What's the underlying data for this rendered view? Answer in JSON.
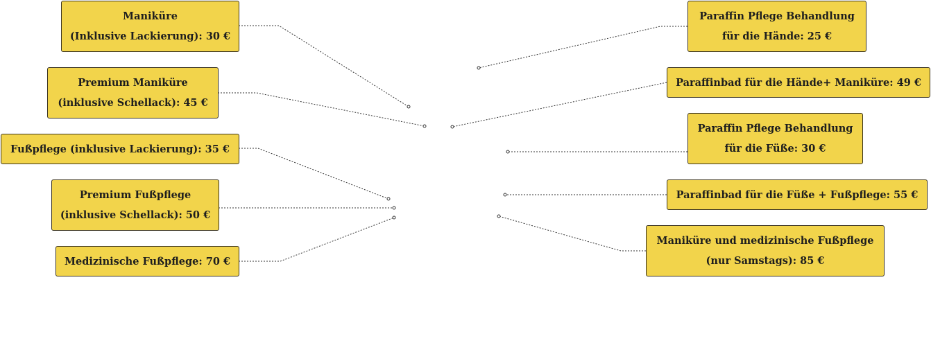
{
  "colors": {
    "box_fill": "#f2d44b",
    "box_border": "#3a3320",
    "text": "#1e1e1e",
    "connector": "#333333"
  },
  "labels": {
    "left": [
      {
        "lines": [
          "Maniküre",
          "(Inklusive Lackierung): 30 €"
        ]
      },
      {
        "lines": [
          "Premium Maniküre",
          "(inklusive Schellack): 45 €"
        ]
      },
      {
        "lines": [
          "Fußpflege (inklusive Lackierung): 35 €"
        ]
      },
      {
        "lines": [
          "Premium Fußpflege",
          "(inklusive Schellack): 50 €"
        ]
      },
      {
        "lines": [
          "Medizinische Fußpflege: 70 €"
        ]
      }
    ],
    "right": [
      {
        "lines": [
          "Paraffin Pflege Behandlung",
          "für die Hände: 25 €"
        ]
      },
      {
        "lines": [
          "Paraffinbad für die Hände+ Maniküre: 49 €"
        ]
      },
      {
        "lines": [
          "Paraffin Pflege Behandlung",
          "für die Füße: 30 €"
        ]
      },
      {
        "lines": [
          "Paraffinbad für die Füße + Fußpflege: 55 €"
        ]
      },
      {
        "lines": [
          "Maniküre und medizinische Fußpflege",
          "(nur Samstags): 85 €"
        ]
      }
    ]
  }
}
